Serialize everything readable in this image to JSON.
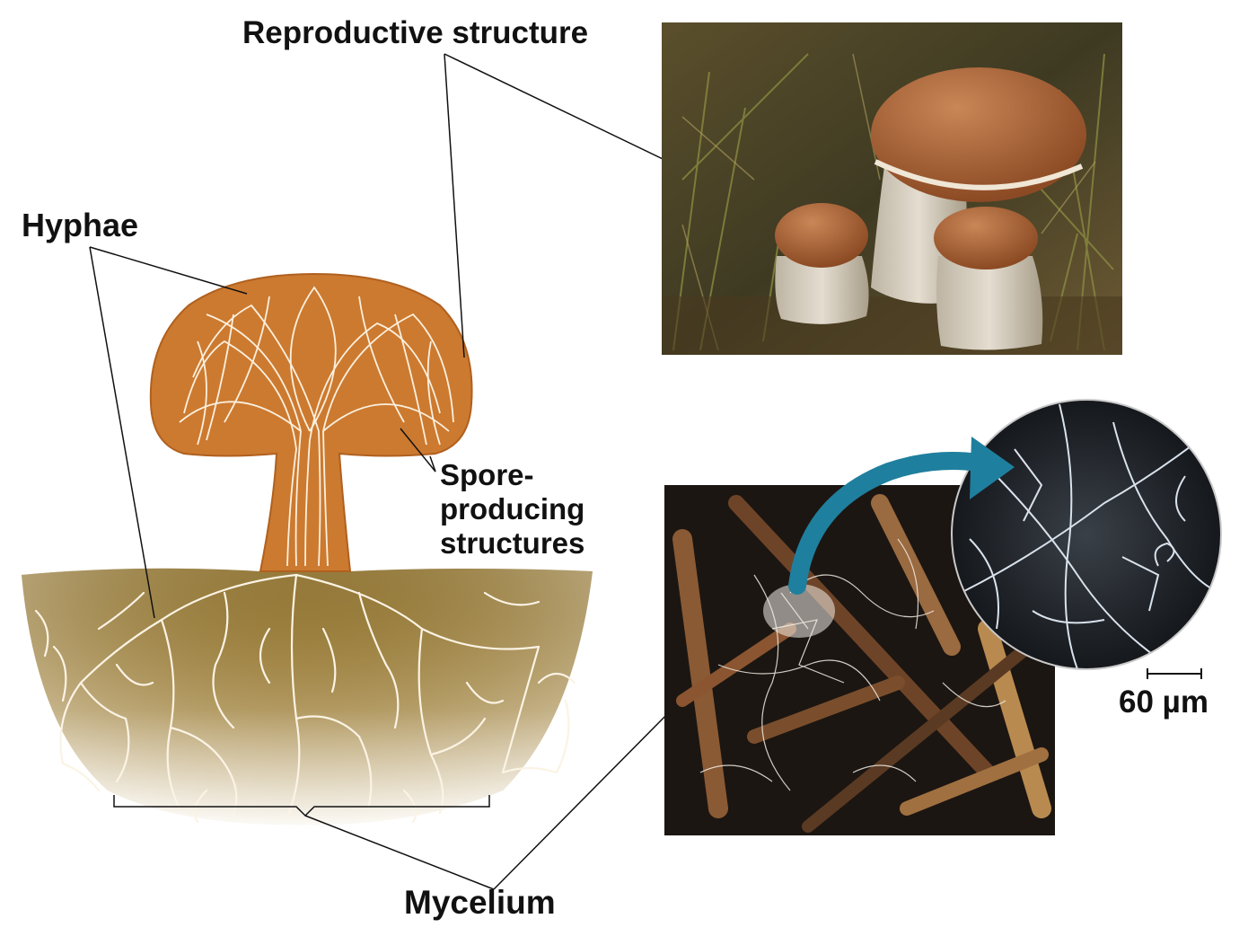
{
  "labels": {
    "reproductive_structure": "Reproductive structure",
    "hyphae": "Hyphae",
    "spore_line1": "Spore-",
    "spore_line2": "producing",
    "spore_line3": "structures",
    "mycelium": "Mycelium",
    "scale_bar": "60 µm"
  },
  "colors": {
    "mushroom_orange": "#cc7a30",
    "soil": "#9c7f3c",
    "hyphae_line": "#f7eedc",
    "arrow_teal": "#1f7f9e"
  }
}
